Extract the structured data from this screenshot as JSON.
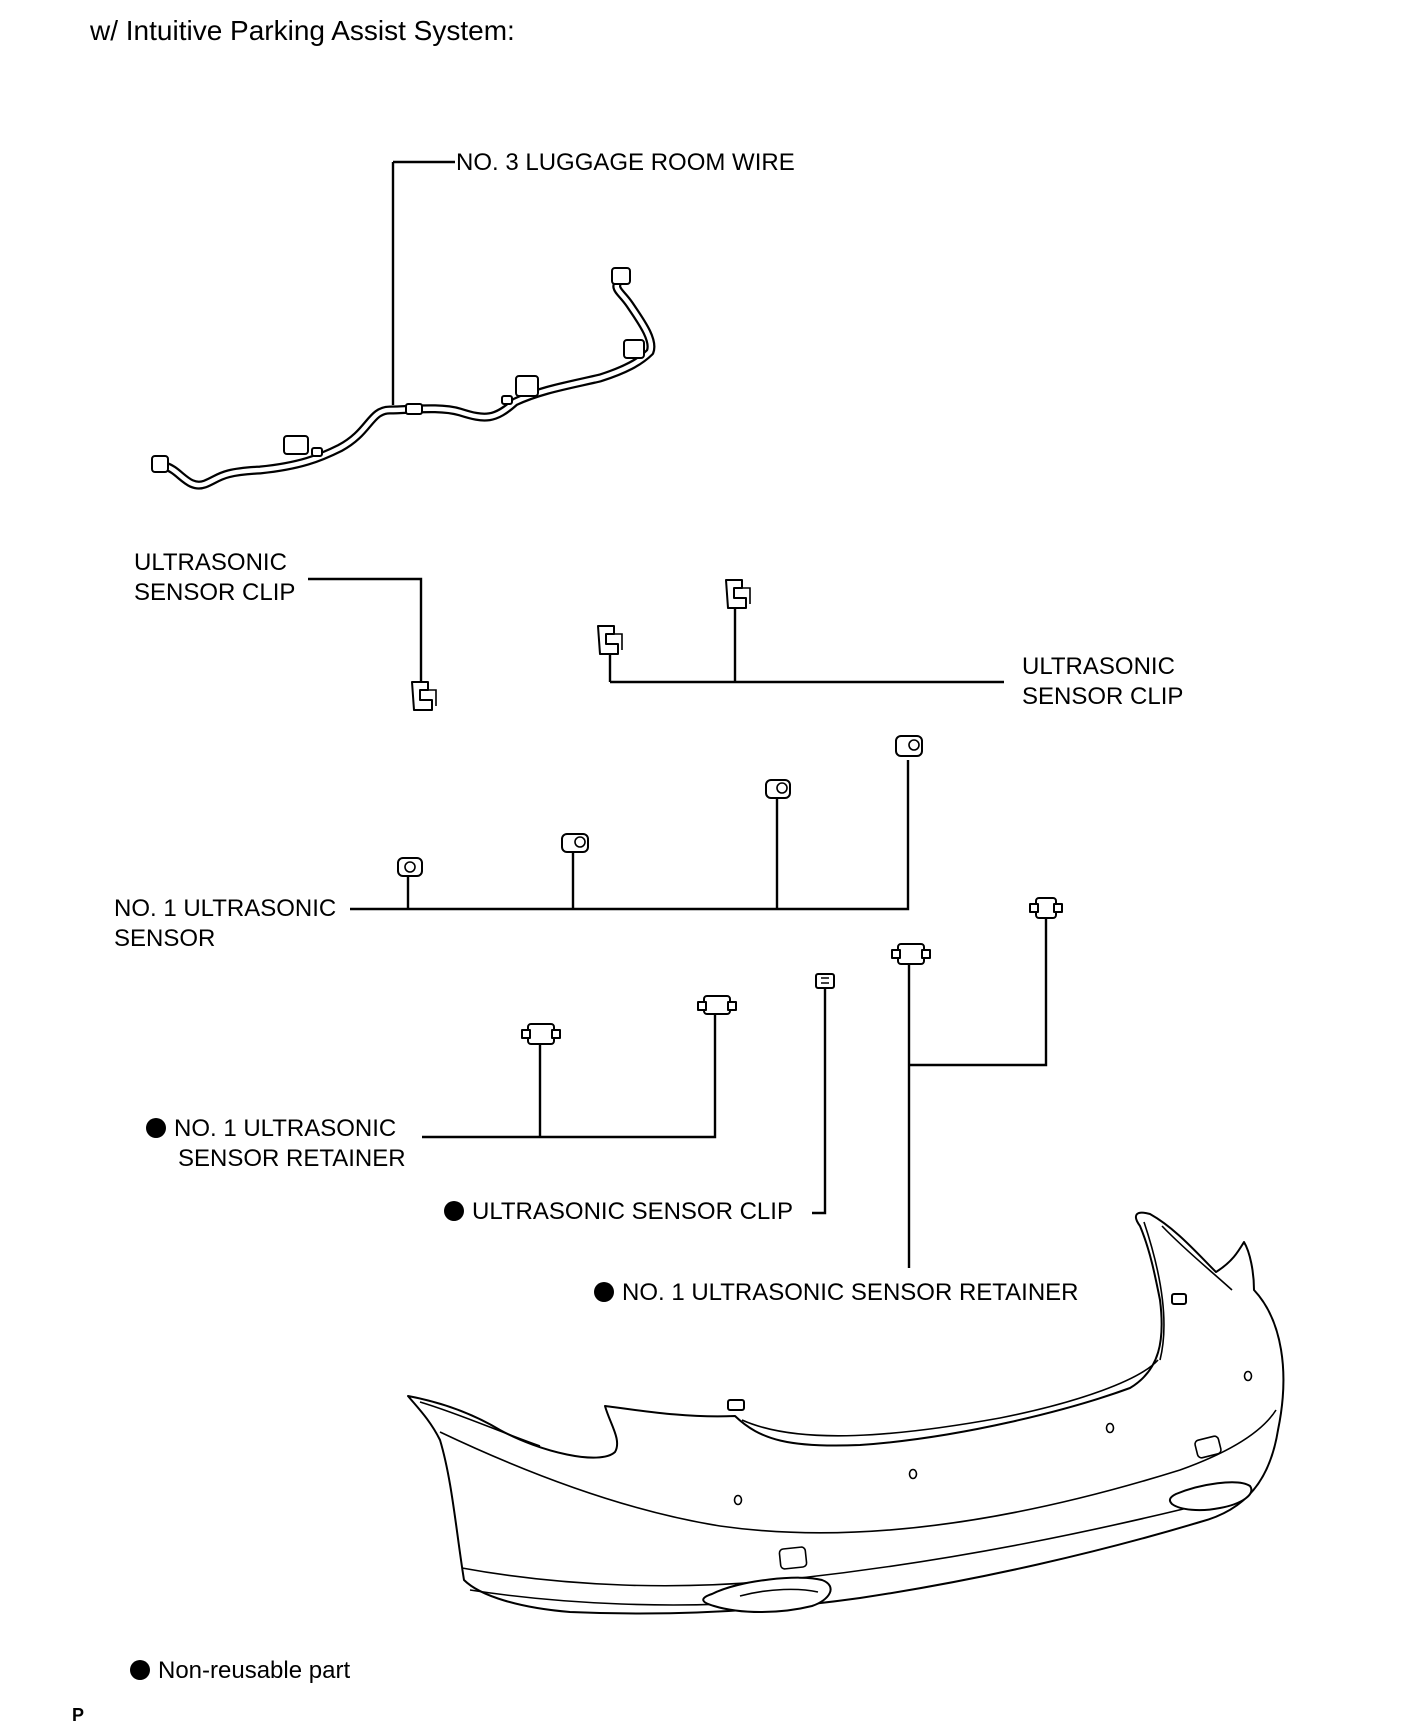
{
  "header": {
    "title": "w/ Intuitive Parking Assist System:"
  },
  "labels": {
    "luggage_wire": "NO. 3 LUGGAGE ROOM WIRE",
    "clip_left_line1": "ULTRASONIC",
    "clip_left_line2": "SENSOR CLIP",
    "clip_right_line1": "ULTRASONIC",
    "clip_right_line2": "SENSOR CLIP",
    "sensor_line1": "NO. 1 ULTRASONIC",
    "sensor_line2": "SENSOR",
    "retainer_left_line1": "NO. 1 ULTRASONIC",
    "retainer_left_line2": "SENSOR RETAINER",
    "clip_bottom": "ULTRASONIC SENSOR CLIP",
    "retainer_bottom": "NO. 1 ULTRASONIC SENSOR RETAINER"
  },
  "legend": {
    "non_reusable": "Non-reusable part"
  },
  "footer": {
    "corner_mark": "P"
  }
}
